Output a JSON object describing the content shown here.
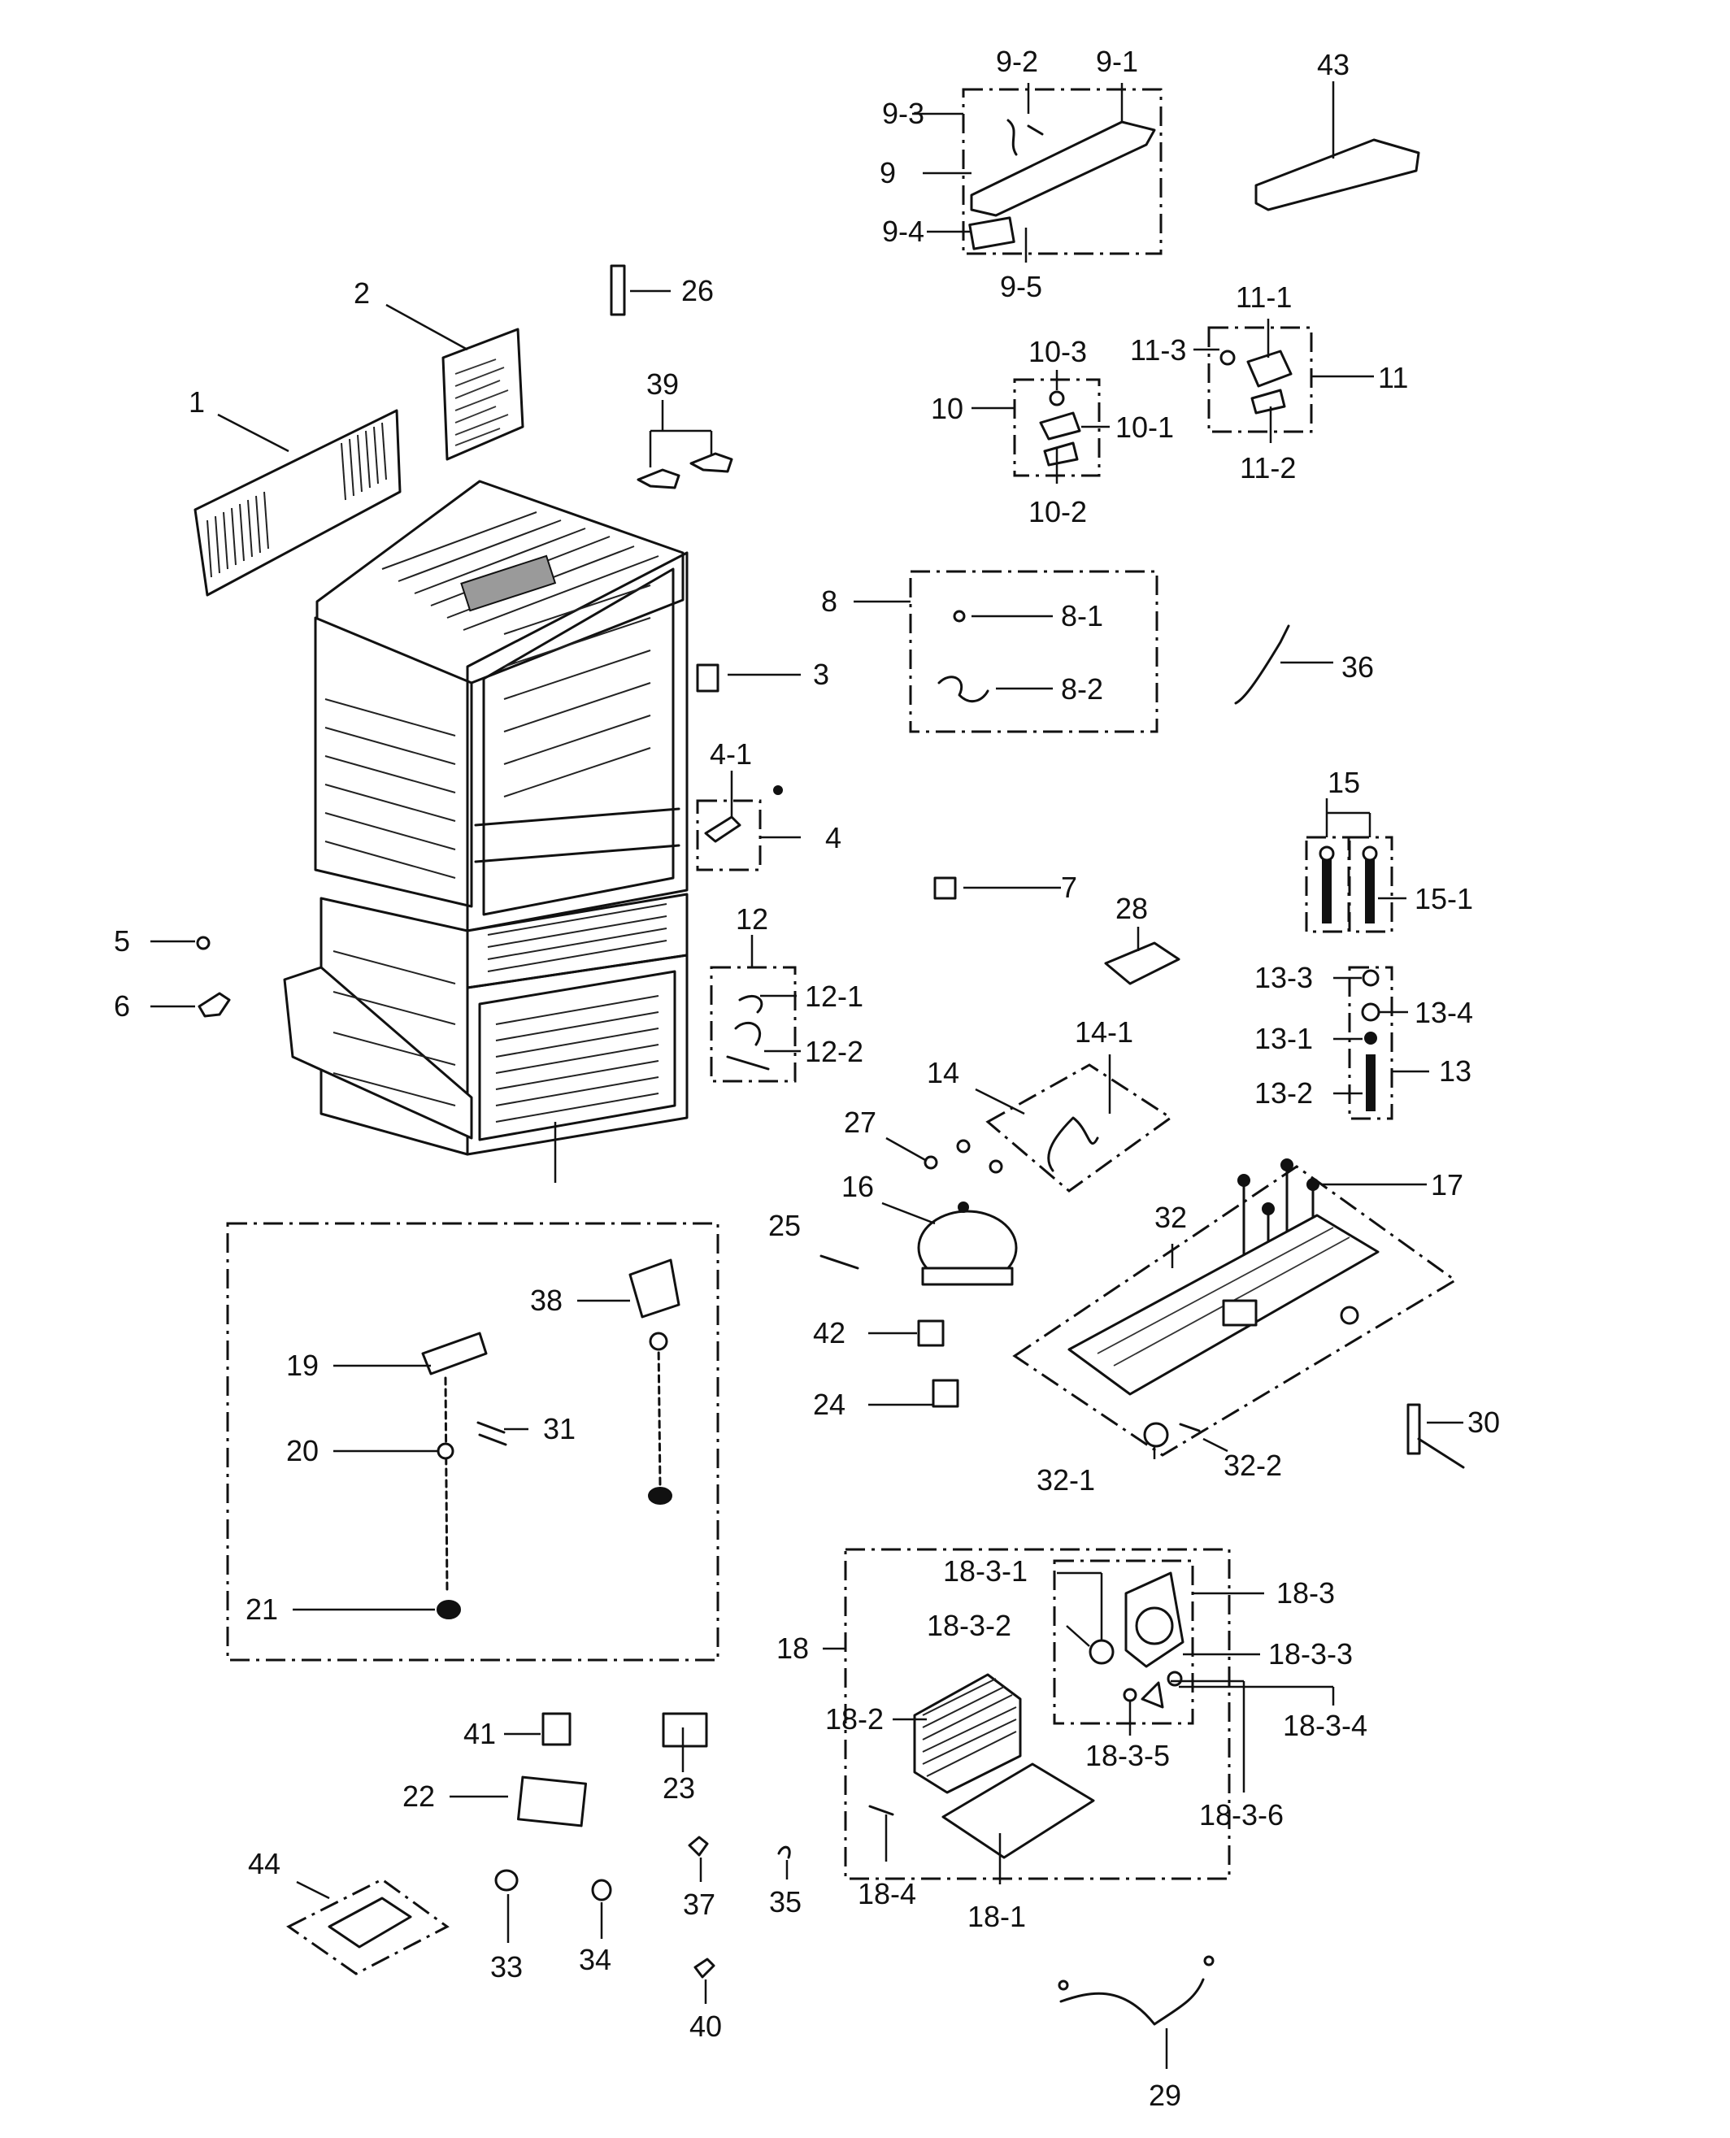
{
  "labels": {
    "l1": "1",
    "l2": "2",
    "l3": "3",
    "l4": "4",
    "l4_1": "4-1",
    "l5": "5",
    "l6": "6",
    "l7": "7",
    "l8": "8",
    "l8_1": "8-1",
    "l8_2": "8-2",
    "l9": "9",
    "l9_1": "9-1",
    "l9_2": "9-2",
    "l9_3": "9-3",
    "l9_4": "9-4",
    "l9_5": "9-5",
    "l10": "10",
    "l10_1": "10-1",
    "l10_2": "10-2",
    "l10_3": "10-3",
    "l11": "11",
    "l11_1": "11-1",
    "l11_2": "11-2",
    "l11_3": "11-3",
    "l12": "12",
    "l12_1": "12-1",
    "l12_2": "12-2",
    "l13": "13",
    "l13_1": "13-1",
    "l13_2": "13-2",
    "l13_3": "13-3",
    "l13_4": "13-4",
    "l14": "14",
    "l14_1": "14-1",
    "l15": "15",
    "l15_1": "15-1",
    "l16": "16",
    "l17": "17",
    "l18": "18",
    "l18_1": "18-1",
    "l18_2": "18-2",
    "l18_3": "18-3",
    "l18_3_1": "18-3-1",
    "l18_3_2": "18-3-2",
    "l18_3_3": "18-3-3",
    "l18_3_4": "18-3-4",
    "l18_3_5": "18-3-5",
    "l18_3_6": "18-3-6",
    "l18_4": "18-4",
    "l19": "19",
    "l20": "20",
    "l21": "21",
    "l22": "22",
    "l23": "23",
    "l24": "24",
    "l25": "25",
    "l26": "26",
    "l27": "27",
    "l28": "28",
    "l29": "29",
    "l30": "30",
    "l31": "31",
    "l32": "32",
    "l32_1": "32-1",
    "l32_2": "32-2",
    "l33": "33",
    "l34": "34",
    "l35": "35",
    "l36": "36",
    "l37": "37",
    "l38": "38",
    "l39": "39",
    "l40": "40",
    "l41": "41",
    "l42": "42",
    "l43": "43",
    "l44": "44"
  },
  "colors": {
    "ink": "#111111",
    "paper": "#ffffff"
  }
}
